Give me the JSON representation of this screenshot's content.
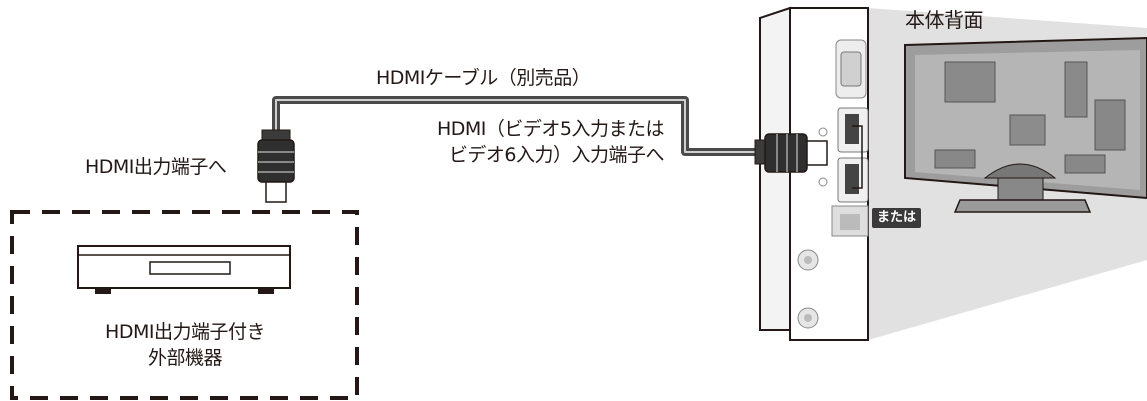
{
  "labels": {
    "back_panel_title": "本体背面",
    "cable_name": "HDMIケーブル（別売品）",
    "tv_input_line1": "HDMI（ビデオ5入力または",
    "tv_input_line2": "ビデオ6入力）入力端子へ",
    "device_output": "HDMI出力端子へ",
    "device_name_line1": "HDMI出力端子付き",
    "device_name_line2": "外部機器",
    "or_badge": "または"
  },
  "colors": {
    "line": "#231815",
    "cable": "#4a4a4a",
    "panel_shade": "#dcdcdc",
    "tv_body": "#a9a9a9"
  }
}
